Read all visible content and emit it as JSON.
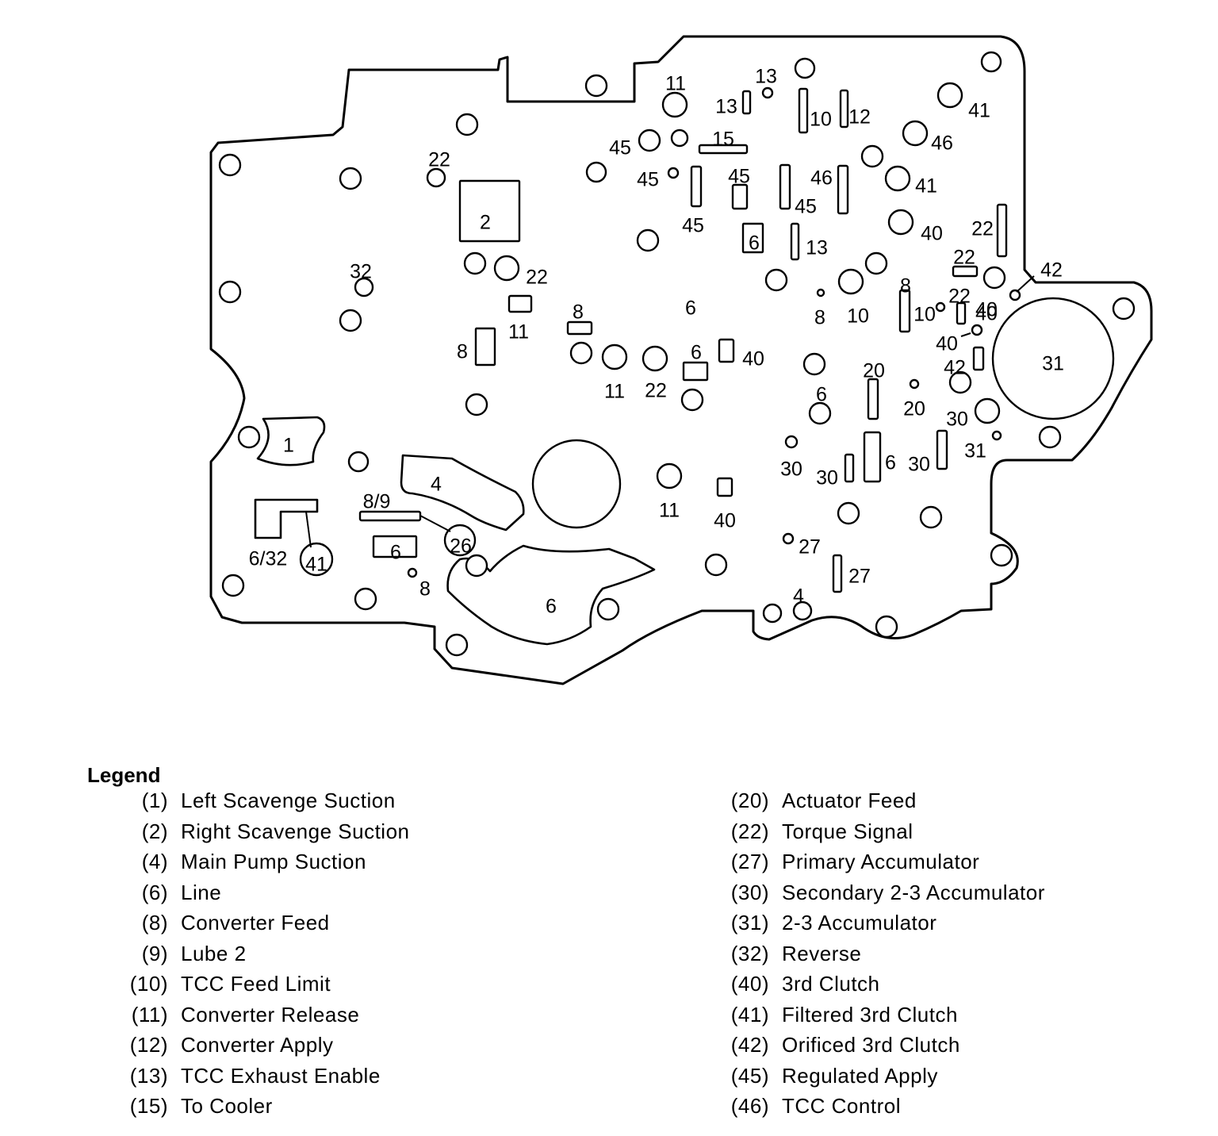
{
  "diagram": {
    "labels": [
      "11",
      "13",
      "13",
      "10",
      "12",
      "41",
      "46",
      "45",
      "45",
      "15",
      "45",
      "46",
      "41",
      "45",
      "45",
      "13",
      "40",
      "22",
      "2",
      "6",
      "22",
      "32",
      "22",
      "22",
      "22",
      "42",
      "8",
      "6",
      "8",
      "10",
      "8",
      "10",
      "11",
      "40",
      "40",
      "6",
      "40",
      "42",
      "31",
      "8",
      "11",
      "22",
      "6",
      "20",
      "6",
      "20",
      "30",
      "1",
      "31",
      "4",
      "30",
      "6",
      "30",
      "30",
      "8/9",
      "11",
      "40",
      "26",
      "6/32",
      "41",
      "8",
      "27",
      "27",
      "6",
      "4",
      "40"
    ]
  },
  "legend": {
    "title": "Legend",
    "left": [
      {
        "num": "(1)",
        "text": "Left Scavenge Suction"
      },
      {
        "num": "(2)",
        "text": "Right Scavenge Suction"
      },
      {
        "num": "(4)",
        "text": "Main Pump Suction"
      },
      {
        "num": "(6)",
        "text": "Line"
      },
      {
        "num": "(8)",
        "text": "Converter Feed"
      },
      {
        "num": "(9)",
        "text": "Lube 2"
      },
      {
        "num": "(10)",
        "text": "TCC Feed Limit"
      },
      {
        "num": "(11)",
        "text": "Converter Release"
      },
      {
        "num": "(12)",
        "text": "Converter Apply"
      },
      {
        "num": "(13)",
        "text": "TCC Exhaust Enable"
      },
      {
        "num": "(15)",
        "text": "To Cooler"
      }
    ],
    "right": [
      {
        "num": "(20)",
        "text": "Actuator Feed"
      },
      {
        "num": "(22)",
        "text": "Torque Signal"
      },
      {
        "num": "(27)",
        "text": "Primary Accumulator"
      },
      {
        "num": "(30)",
        "text": "Secondary 2-3 Accumulator"
      },
      {
        "num": "(31)",
        "text": "2-3 Accumulator"
      },
      {
        "num": "(32)",
        "text": "Reverse"
      },
      {
        "num": "(40)",
        "text": "3rd Clutch"
      },
      {
        "num": "(41)",
        "text": "Filtered 3rd Clutch"
      },
      {
        "num": "(42)",
        "text": "Orificed 3rd Clutch"
      },
      {
        "num": "(45)",
        "text": "Regulated Apply"
      },
      {
        "num": "(46)",
        "text": "TCC Control"
      }
    ]
  }
}
